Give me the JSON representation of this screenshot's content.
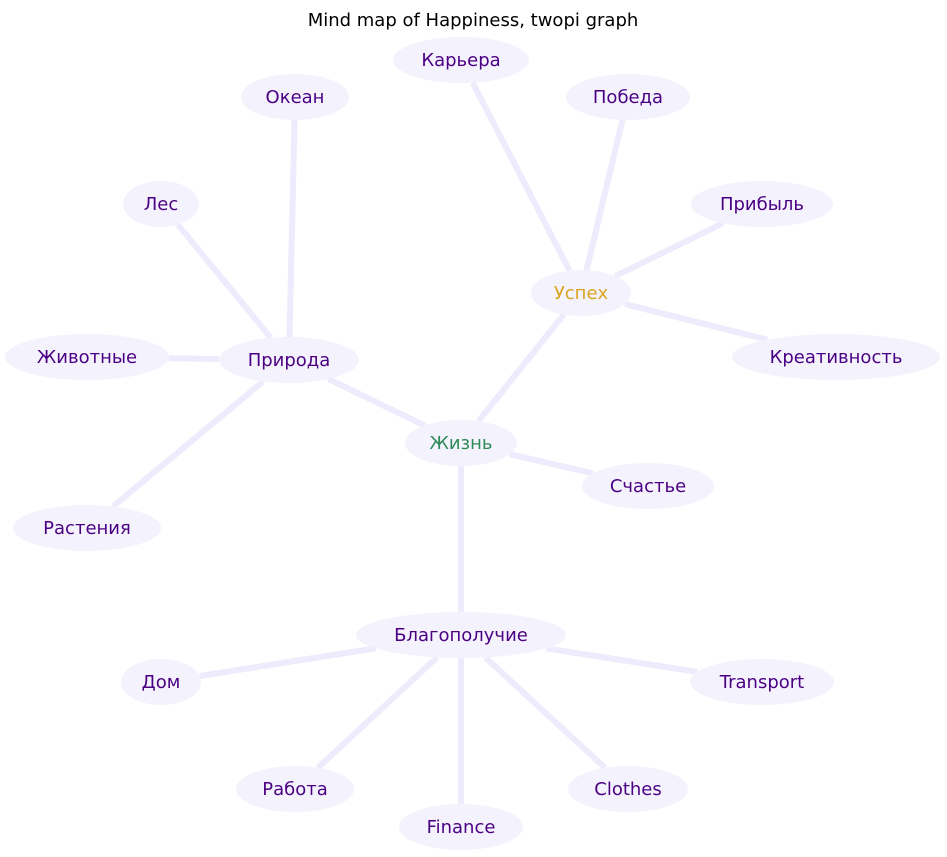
{
  "title": "Mind map of Happiness, twopi graph",
  "colors": {
    "node_fill": "#f3f2fd",
    "edge": "#edebfc",
    "leaf_text": "#4b0082",
    "root_text": "#2e8b57",
    "success_text": "#daa520",
    "title_text": "#000000"
  },
  "nodes": [
    {
      "id": "life",
      "label": "Жизнь",
      "kind": "root"
    },
    {
      "id": "nature",
      "label": "Природа",
      "kind": "branch"
    },
    {
      "id": "success",
      "label": "Успех",
      "kind": "success"
    },
    {
      "id": "wellbeing",
      "label": "Благополучие",
      "kind": "branch"
    },
    {
      "id": "happiness",
      "label": "Счастье",
      "kind": "leaf"
    },
    {
      "id": "ocean",
      "label": "Океан",
      "kind": "leaf"
    },
    {
      "id": "forest",
      "label": "Лес",
      "kind": "leaf"
    },
    {
      "id": "animals",
      "label": "Животные",
      "kind": "leaf"
    },
    {
      "id": "plants",
      "label": "Растения",
      "kind": "leaf"
    },
    {
      "id": "career",
      "label": "Карьера",
      "kind": "leaf"
    },
    {
      "id": "victory",
      "label": "Победа",
      "kind": "leaf"
    },
    {
      "id": "profit",
      "label": "Прибыль",
      "kind": "leaf"
    },
    {
      "id": "creativity",
      "label": "Креативность",
      "kind": "leaf"
    },
    {
      "id": "home",
      "label": "Дом",
      "kind": "leaf"
    },
    {
      "id": "work",
      "label": "Работа",
      "kind": "leaf"
    },
    {
      "id": "finance",
      "label": "Finance",
      "kind": "leaf"
    },
    {
      "id": "clothes",
      "label": "Clothes",
      "kind": "leaf"
    },
    {
      "id": "transport",
      "label": "Transport",
      "kind": "leaf"
    }
  ],
  "edges": [
    [
      "life",
      "nature"
    ],
    [
      "life",
      "success"
    ],
    [
      "life",
      "wellbeing"
    ],
    [
      "life",
      "happiness"
    ],
    [
      "nature",
      "ocean"
    ],
    [
      "nature",
      "forest"
    ],
    [
      "nature",
      "animals"
    ],
    [
      "nature",
      "plants"
    ],
    [
      "success",
      "career"
    ],
    [
      "success",
      "victory"
    ],
    [
      "success",
      "profit"
    ],
    [
      "success",
      "creativity"
    ],
    [
      "wellbeing",
      "home"
    ],
    [
      "wellbeing",
      "work"
    ],
    [
      "wellbeing",
      "finance"
    ],
    [
      "wellbeing",
      "clothes"
    ],
    [
      "wellbeing",
      "transport"
    ]
  ]
}
